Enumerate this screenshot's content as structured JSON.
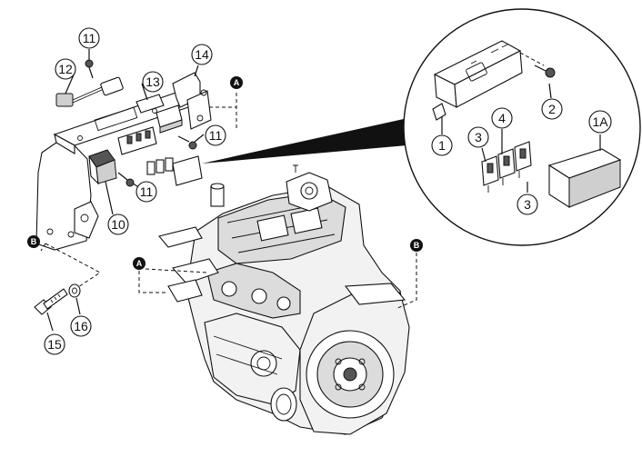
{
  "callouts": {
    "c11a": "11",
    "c12": "12",
    "c13": "13",
    "c14": "14",
    "c11b": "11",
    "c10": "10",
    "c11c": "11",
    "c15": "15",
    "c16": "16",
    "c1": "1",
    "c2": "2",
    "c3a": "3",
    "c4": "4",
    "c1A": "1A",
    "c3b": "3"
  },
  "refs": {
    "A_top": "A",
    "A_engine": "A",
    "B_left": "B",
    "B_right": "B"
  }
}
